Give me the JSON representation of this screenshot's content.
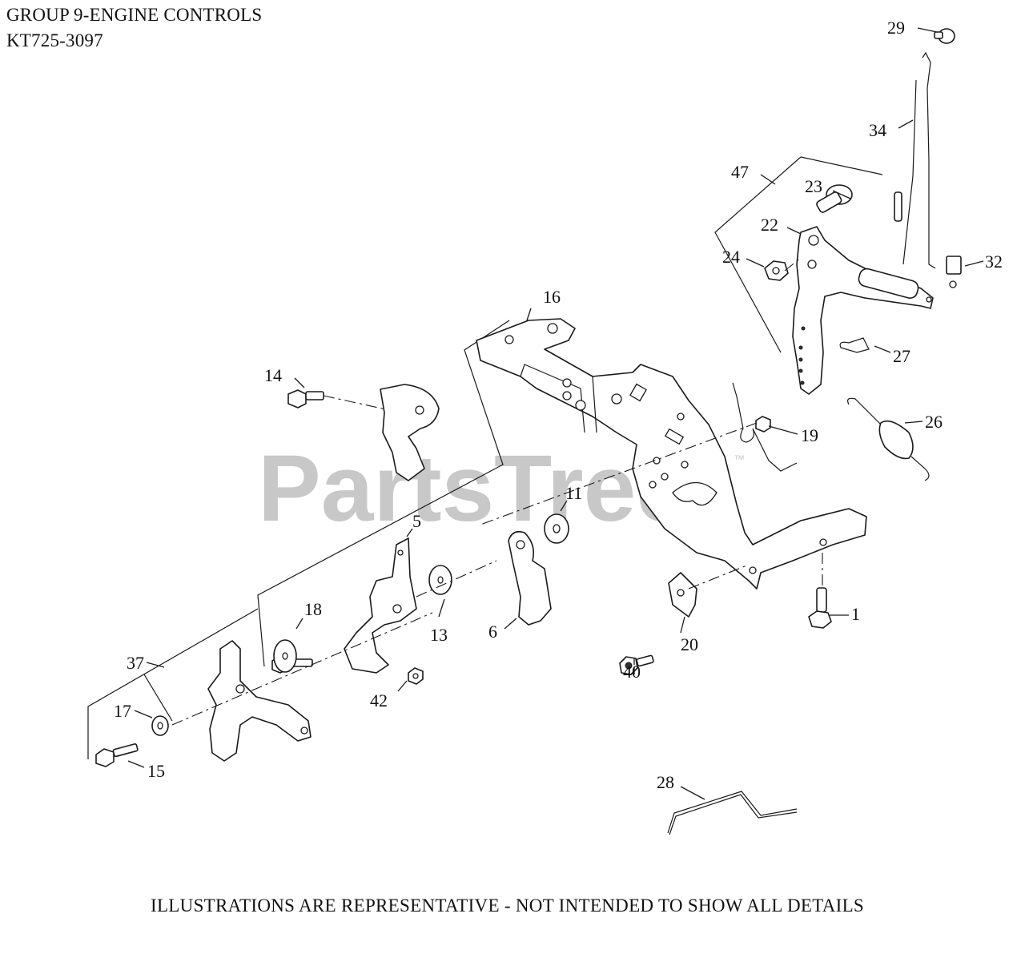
{
  "header": {
    "title": "GROUP 9-ENGINE CONTROLS",
    "model": "KT725-3097"
  },
  "watermark": {
    "brand": "PartsTree",
    "trademark": "™"
  },
  "callouts": [
    "1",
    "5",
    "6",
    "11",
    "13",
    "14",
    "15",
    "16",
    "17",
    "18",
    "19",
    "20",
    "22",
    "23",
    "24",
    "26",
    "27",
    "28",
    "29",
    "32",
    "34",
    "37",
    "40",
    "42",
    "47"
  ],
  "footer": {
    "disclaimer": "ILLUSTRATIONS ARE REPRESENTATIVE - NOT INTENDED TO SHOW ALL DETAILS"
  }
}
